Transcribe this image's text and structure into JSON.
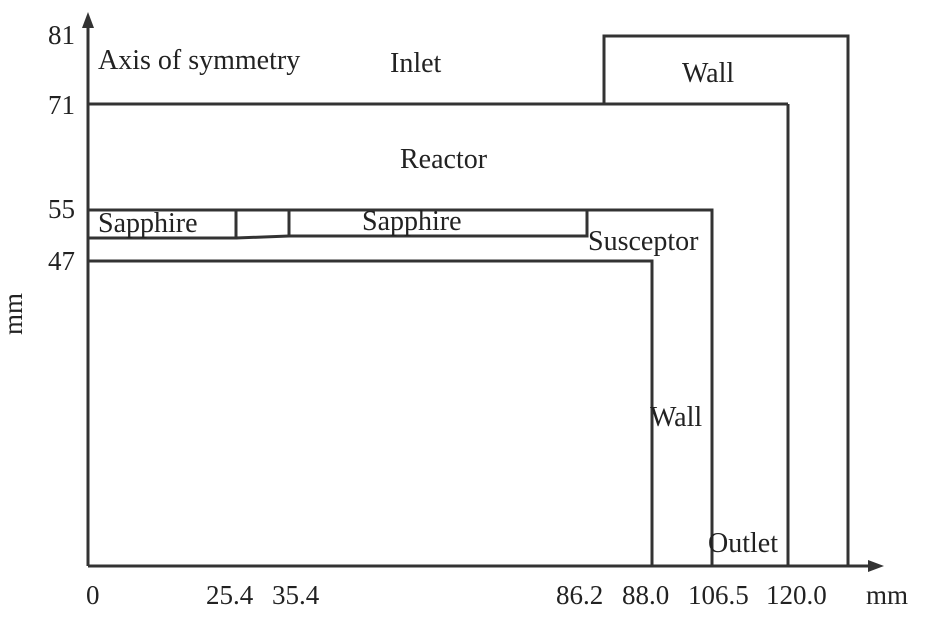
{
  "diagram": {
    "labels": {
      "axis_of_symmetry": "Axis of symmetry",
      "inlet": "Inlet",
      "wall_top": "Wall",
      "reactor": "Reactor",
      "sapphire_left": "Sapphire",
      "sapphire_right": "Sapphire",
      "susceptor": "Susceptor",
      "wall_inner": "Wall",
      "outlet": "Outlet"
    },
    "y_axis": {
      "unit": "mm",
      "ticks": [
        "81",
        "71",
        "55",
        "47"
      ]
    },
    "x_axis": {
      "ticks": [
        "0",
        "25.4",
        "35.4",
        "86.2",
        "88.0",
        "106.5",
        "120.0"
      ],
      "unit": "mm"
    }
  }
}
